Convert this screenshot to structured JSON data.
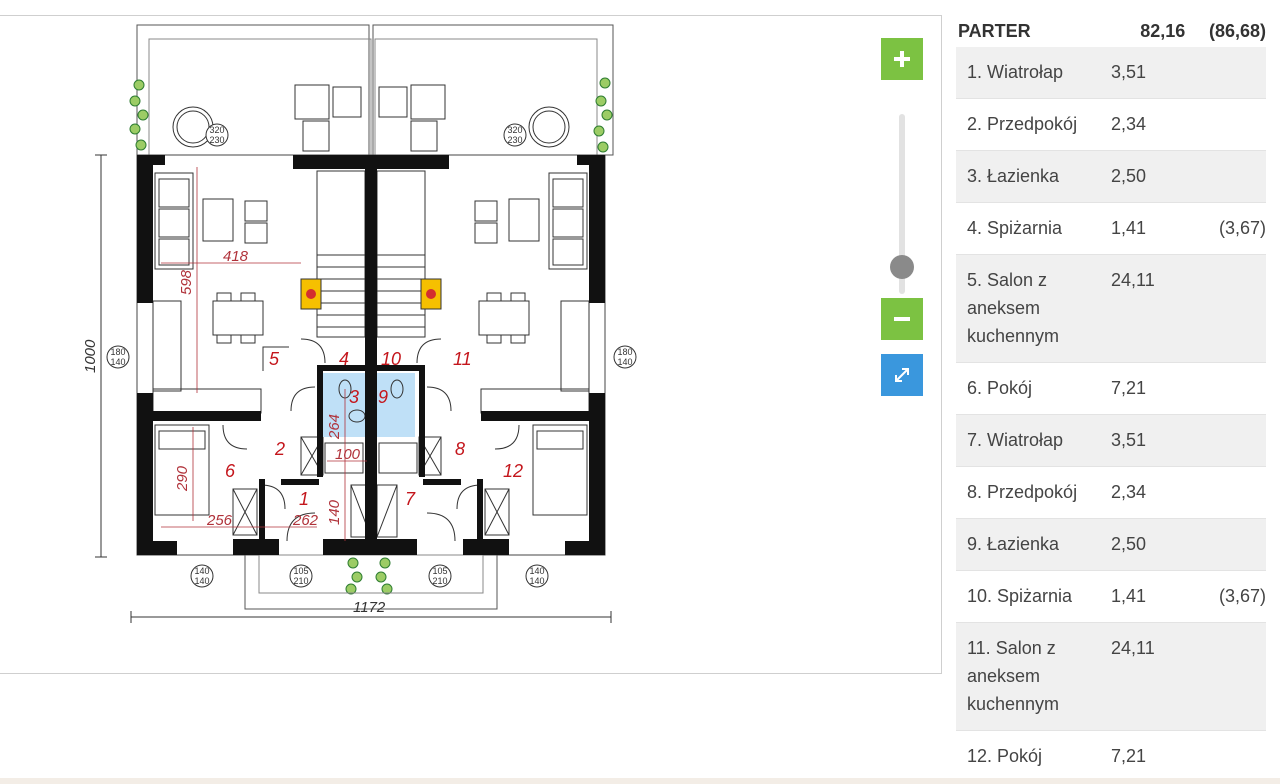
{
  "plan": {
    "room_numbers": [
      "1",
      "2",
      "3",
      "4",
      "5",
      "6",
      "7",
      "8",
      "9",
      "10",
      "11",
      "12"
    ],
    "dims": {
      "d418": "418",
      "d598": "598",
      "d1000": "1000",
      "d1172": "1172",
      "d264": "264",
      "d100": "100",
      "d290": "290",
      "d256": "256",
      "d262": "262",
      "d140": "140"
    },
    "windows": {
      "top_left_a": "320",
      "top_left_b": "230",
      "top_right_a": "320",
      "top_right_b": "230",
      "side_left_a": "180",
      "side_left_b": "140",
      "side_right_a": "180",
      "side_right_b": "140",
      "bot_1a": "140",
      "bot_1b": "140",
      "bot_2a": "105",
      "bot_2b": "210",
      "bot_3a": "105",
      "bot_3b": "210",
      "bot_4a": "140",
      "bot_4b": "140"
    }
  },
  "zoom": {
    "plus_icon": "plus-icon",
    "minus_icon": "minus-icon",
    "fullscreen_icon": "expand-icon",
    "level": 0.2
  },
  "table": {
    "header": {
      "name": "PARTER",
      "area": "82,16",
      "extra": "(86,68)"
    },
    "rows": [
      {
        "name": "1. Wiatrołap",
        "area": "3,51",
        "extra": ""
      },
      {
        "name": "2. Przedpokój",
        "area": "2,34",
        "extra": ""
      },
      {
        "name": "3. Łazienka",
        "area": "2,50",
        "extra": ""
      },
      {
        "name": "4. Spiżarnia",
        "area": "1,41",
        "extra": "(3,67)"
      },
      {
        "name": "5. Salon z aneksem kuchennym",
        "area": "24,11",
        "extra": ""
      },
      {
        "name": "6. Pokój",
        "area": "7,21",
        "extra": ""
      },
      {
        "name": "7. Wiatrołap",
        "area": "3,51",
        "extra": ""
      },
      {
        "name": "8. Przedpokój",
        "area": "2,34",
        "extra": ""
      },
      {
        "name": "9. Łazienka",
        "area": "2,50",
        "extra": ""
      },
      {
        "name": "10. Spiżarnia",
        "area": "1,41",
        "extra": "(3,67)"
      },
      {
        "name": "11. Salon z aneksem kuchennym",
        "area": "24,11",
        "extra": ""
      },
      {
        "name": "12. Pokój",
        "area": "7,21",
        "extra": ""
      }
    ]
  },
  "colors": {
    "wall": "#111111",
    "room_label": "#c4161c",
    "dimension": "#b0323a",
    "bath": "#bfe0f7",
    "green": "#7cc242",
    "blue": "#3a97dd"
  }
}
